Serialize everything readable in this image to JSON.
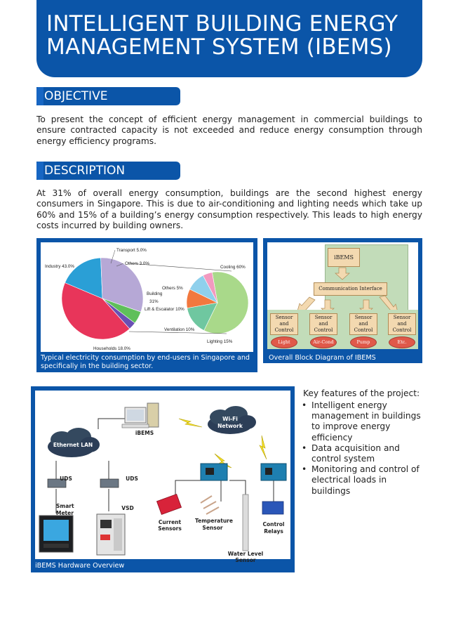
{
  "title": {
    "line1": "INTELLIGENT BUILDING ENERGY",
    "line2": "MANAGEMENT SYSTEM (IBEMS)"
  },
  "objective": {
    "heading": "OBJECTIVE",
    "text": "To present the concept of efficient energy management in commercial buildings to ensure contracted capacity is not exceeded and reduce energy consumption through energy efficiency programs."
  },
  "description": {
    "heading": "DESCRIPTION",
    "text": "At 31% of overall energy consumption, buildings are the second highest energy consumers in Singapore. This is due to air-conditioning and lighting needs which take up 60% and 15% of a building’s energy consumption respectively. This leads to high energy costs incurred by building owners."
  },
  "figure1": {
    "caption": "Typical electricity consumption by end-users in Singapore and specifically in the building sector.",
    "main_labels": {
      "industry": "Industry 43.0%",
      "transport": "Transport 5.0%",
      "others": "Others 3.0%",
      "households": "Households 18.0%",
      "building": "Building",
      "building_pct": "31%"
    },
    "sub_labels": {
      "cooling": "Cooling 60%",
      "others": "Others 5%",
      "lift": "Lift & Escalator 10%",
      "ventilation": "Ventilation 10%",
      "lighting": "Lighting 15%"
    }
  },
  "chart_data": [
    {
      "type": "pie",
      "title": "",
      "categories": [
        "Industry",
        "Households",
        "Building",
        "Transport",
        "Others"
      ],
      "values": [
        43.0,
        18.0,
        31.0,
        5.0,
        3.0
      ],
      "colors": [
        "#e8355a",
        "#2a9fd6",
        "#b6a8d6",
        "#5fbf5a",
        "#6a4fb3"
      ]
    },
    {
      "type": "pie",
      "title": "",
      "categories": [
        "Cooling",
        "Lighting",
        "Ventilation",
        "Lift & Escalator",
        "Others"
      ],
      "values": [
        60,
        15,
        10,
        10,
        5
      ],
      "colors": [
        "#a9d98a",
        "#6fc7a0",
        "#f2783e",
        "#8fd0ec",
        "#f29ac0"
      ]
    }
  ],
  "figure2": {
    "caption": "Overall Block Diagram of IBEMS",
    "ibems": "iBEMS",
    "comm": "Communication Interface",
    "sensor_line1": "Sensor",
    "sensor_line2": "and",
    "sensor_line3": "Control",
    "loads": [
      "Light",
      "Air-Cond",
      "Pump",
      "Etc."
    ]
  },
  "figure3": {
    "caption": "iBEMS Hardware Overview",
    "labels": {
      "ibems": "iBEMS",
      "wifi1": "Wi-Fi",
      "wifi2": "Network",
      "ethernet": "Ethernet LAN",
      "uds1": "UDS",
      "uds2": "UDS",
      "smart_meter1": "Smart",
      "smart_meter2": "Meter",
      "vsd": "VSD",
      "current": "Current Sensors",
      "temp1": "Temperature",
      "temp2": "Sensor",
      "relays1": "Control",
      "relays2": "Relays",
      "water": "Water Level Sensor"
    }
  },
  "key_features": {
    "heading": "Key features of the project:",
    "items": [
      "Intelligent energy management in buildings to improve energy efficiency",
      "Data acquisition and control system",
      "Monitoring and control of electrical loads in buildings"
    ]
  }
}
